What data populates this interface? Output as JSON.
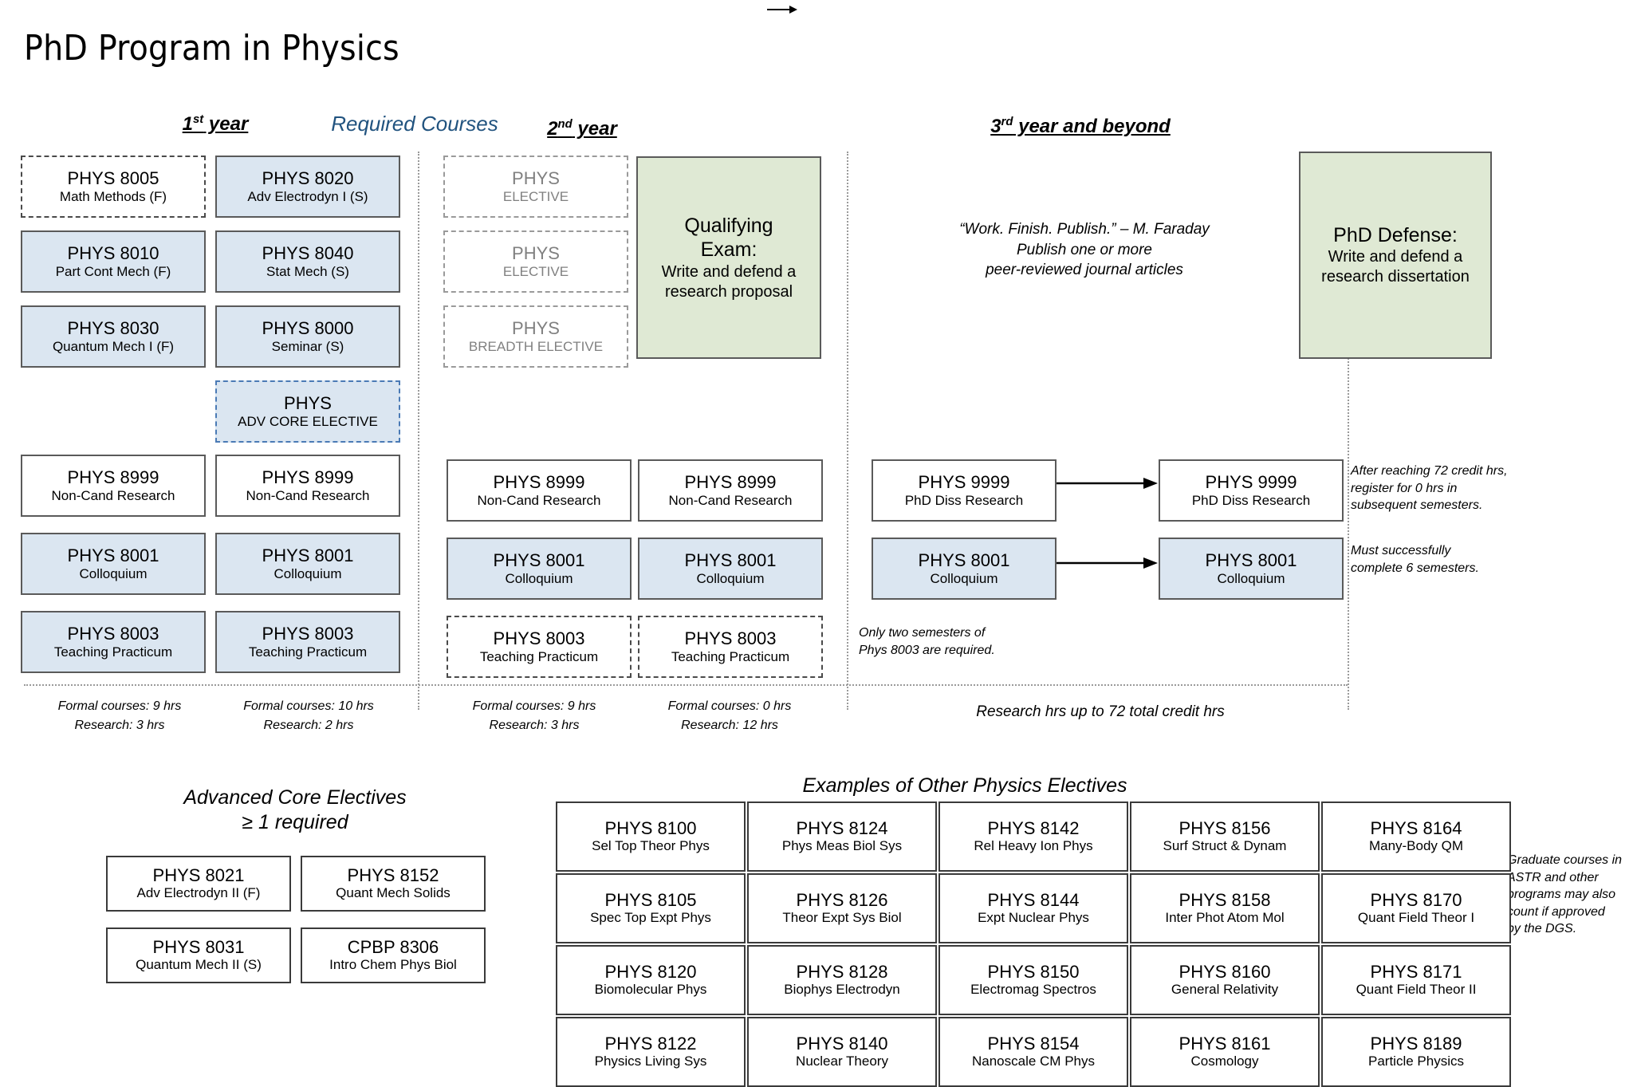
{
  "page_title": "PhD Program in Physics",
  "headers": {
    "year1": "1st year",
    "year1_sup": "st",
    "required_courses": "Required Courses",
    "year2": "2nd year",
    "year3": "3rd year and beyond"
  },
  "year1": {
    "fall": [
      {
        "code": "PHYS 8005",
        "name": "Math Methods (F)",
        "style": "dashW"
      },
      {
        "code": "PHYS 8010",
        "name": "Part Cont Mech (F)",
        "style": "blue"
      },
      {
        "code": "PHYS 8030",
        "name": "Quantum Mech I (F)",
        "style": "blue"
      }
    ],
    "spring": [
      {
        "code": "PHYS 8020",
        "name": "Adv Electrodyn I (S)",
        "style": "blue"
      },
      {
        "code": "PHYS 8040",
        "name": "Stat Mech (S)",
        "style": "blue"
      },
      {
        "code": "PHYS 8000",
        "name": "Seminar (S)",
        "style": "blue"
      },
      {
        "code": "PHYS",
        "name": "ADV CORE ELECTIVE",
        "style": "dashBlue"
      }
    ],
    "fall_lower": [
      {
        "code": "PHYS 8999",
        "name": "Non-Cand Research",
        "style": "solid"
      },
      {
        "code": "PHYS 8001",
        "name": "Colloquium",
        "style": "blue"
      },
      {
        "code": "PHYS 8003",
        "name": "Teaching Practicum",
        "style": "blue"
      }
    ],
    "spring_lower": [
      {
        "code": "PHYS 8999",
        "name": "Non-Cand Research",
        "style": "solid"
      },
      {
        "code": "PHYS 8001",
        "name": "Colloquium",
        "style": "blue"
      },
      {
        "code": "PHYS 8003",
        "name": "Teaching Practicum",
        "style": "blue"
      }
    ],
    "hours_fall": [
      "Formal courses: 9 hrs",
      "Research: 3 hrs"
    ],
    "hours_spring": [
      "Formal courses: 10 hrs",
      "Research: 2 hrs"
    ]
  },
  "year2": {
    "electives": [
      {
        "code": "PHYS",
        "name": "ELECTIVE",
        "style": "dashGray"
      },
      {
        "code": "PHYS",
        "name": "ELECTIVE",
        "style": "dashGray"
      },
      {
        "code": "PHYS",
        "name": "BREADTH ELECTIVE",
        "style": "dashGray"
      }
    ],
    "qualifying": {
      "title_line1": "Qualifying",
      "title_line2": "Exam:",
      "sub_line1": "Write and defend a",
      "sub_line2": "research proposal"
    },
    "fall_lower": [
      {
        "code": "PHYS 8999",
        "name": "Non-Cand Research",
        "style": "solid"
      },
      {
        "code": "PHYS 8001",
        "name": "Colloquium",
        "style": "blue"
      },
      {
        "code": "PHYS 8003",
        "name": "Teaching Practicum",
        "style": "dashW"
      }
    ],
    "spring_lower": [
      {
        "code": "PHYS 8999",
        "name": "Non-Cand Research",
        "style": "solid"
      },
      {
        "code": "PHYS 8001",
        "name": "Colloquium",
        "style": "blue"
      },
      {
        "code": "PHYS 8003",
        "name": "Teaching Practicum",
        "style": "dashW"
      }
    ],
    "hours_fall": [
      "Formal courses: 9 hrs",
      "Research: 3 hrs"
    ],
    "hours_spring": [
      "Formal courses: 0 hrs",
      "Research: 12 hrs"
    ],
    "note_8003_line1": "Only two semesters of",
    "note_8003_line2": "Phys 8003 are required."
  },
  "year3": {
    "quote_line1": "“Work.  Finish. Publish.” – M. Faraday",
    "quote_line2": "Publish one or more",
    "quote_line3": "peer-reviewed journal articles",
    "defense": {
      "title": "PhD Defense:",
      "sub_line1": "Write and defend a",
      "sub_line2": "research dissertation"
    },
    "left_column": [
      {
        "code": "PHYS 9999",
        "name": "PhD Diss Research",
        "style": "solid"
      },
      {
        "code": "PHYS 8001",
        "name": "Colloquium",
        "style": "blue"
      }
    ],
    "right_column": [
      {
        "code": "PHYS 9999",
        "name": "PhD Diss Research",
        "style": "solid"
      },
      {
        "code": "PHYS 8001",
        "name": "Colloquium",
        "style": "blue"
      }
    ],
    "note_credits": [
      "After reaching 72 credit hrs,",
      "register for 0 hrs in",
      "subsequent semesters."
    ],
    "note_semesters": [
      "Must successfully",
      "complete 6 semesters."
    ],
    "research_hrs": "Research hrs up to 72 total credit hrs"
  },
  "advanced_core": {
    "title_line1": "Advanced Core Electives",
    "title_line2": "≥ 1 required",
    "boxes": [
      {
        "code": "PHYS 8021",
        "name": "Adv Electrodyn II (F)"
      },
      {
        "code": "PHYS 8152",
        "name": "Quant Mech Solids"
      },
      {
        "code": "PHYS 8031",
        "name": "Quantum Mech II (S)"
      },
      {
        "code": "CPBP 8306",
        "name": "Intro Chem Phys Biol"
      }
    ]
  },
  "other_electives": {
    "title": "Examples of Other Physics Electives",
    "columns": [
      [
        {
          "code": "PHYS 8100",
          "name": "Sel Top Theor Phys"
        },
        {
          "code": "PHYS 8105",
          "name": "Spec Top Expt Phys"
        },
        {
          "code": "PHYS 8120",
          "name": "Biomolecular Phys"
        },
        {
          "code": "PHYS 8122",
          "name": "Physics Living Sys"
        }
      ],
      [
        {
          "code": "PHYS 8124",
          "name": "Phys Meas Biol Sys"
        },
        {
          "code": "PHYS 8126",
          "name": "Theor Expt Sys Biol"
        },
        {
          "code": "PHYS 8128",
          "name": "Biophys Electrodyn"
        },
        {
          "code": "PHYS 8140",
          "name": "Nuclear Theory"
        }
      ],
      [
        {
          "code": "PHYS 8142",
          "name": "Rel Heavy Ion Phys"
        },
        {
          "code": "PHYS 8144",
          "name": "Expt Nuclear Phys"
        },
        {
          "code": "PHYS 8150",
          "name": "Electromag Spectros"
        },
        {
          "code": "PHYS 8154",
          "name": "Nanoscale CM Phys"
        }
      ],
      [
        {
          "code": "PHYS 8156",
          "name": "Surf Struct & Dynam"
        },
        {
          "code": "PHYS 8158",
          "name": "Inter Phot Atom Mol"
        },
        {
          "code": "PHYS 8160",
          "name": "General Relativity"
        },
        {
          "code": "PHYS 8161",
          "name": "Cosmology"
        }
      ],
      [
        {
          "code": "PHYS 8164",
          "name": "Many-Body QM"
        },
        {
          "code": "PHYS 8170",
          "name": "Quant Field Theor I"
        },
        {
          "code": "PHYS 8171",
          "name": "Quant Field Theor II"
        },
        {
          "code": "PHYS 8189",
          "name": "Particle Physics"
        }
      ]
    ],
    "note_dgs": [
      "Graduate courses in",
      "ASTR and other",
      "programs may also",
      "count if approved",
      "by the DGS."
    ]
  },
  "colors": {
    "blue_fill": "#dbe6f1",
    "green_fill": "#dfe9d4",
    "header_blue": "#21537f",
    "box_border": "#5a5a5a"
  }
}
